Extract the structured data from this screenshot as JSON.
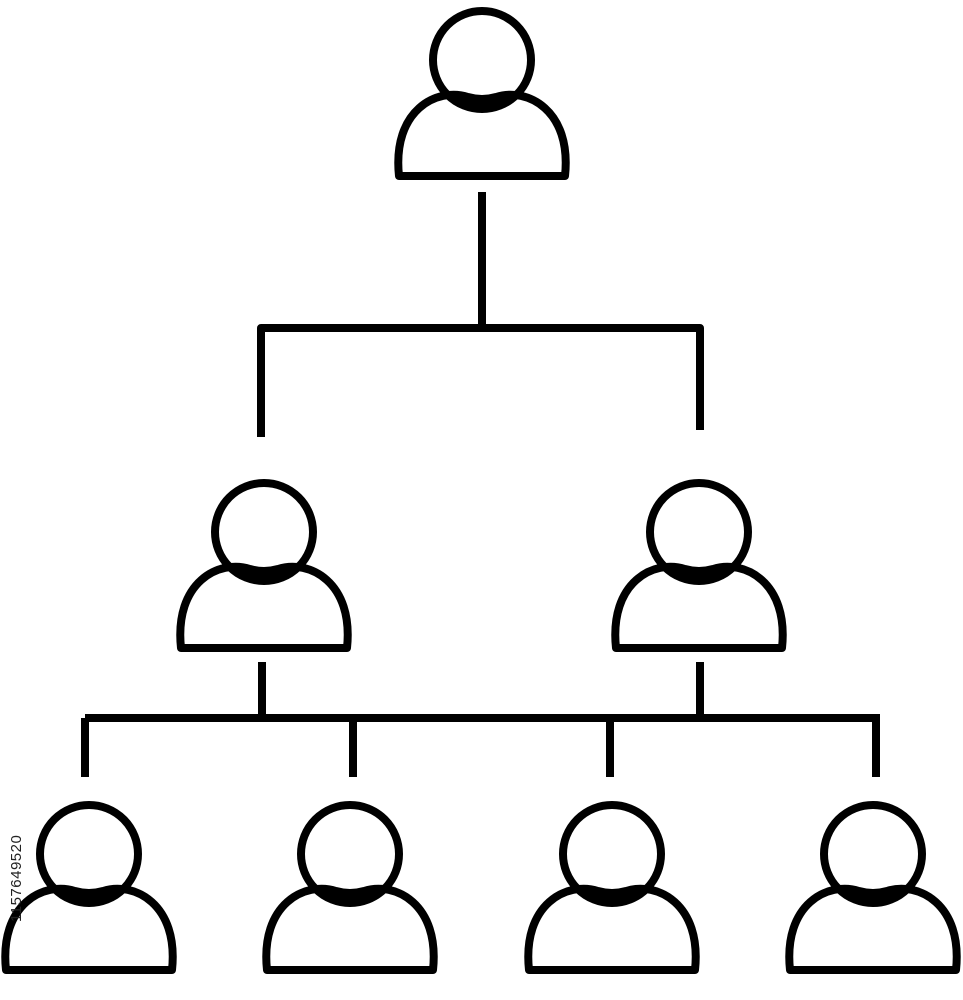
{
  "diagram": {
    "type": "organizational hierarchy",
    "icon": "person-icon",
    "line_color": "#000000",
    "background_color": "#ffffff",
    "levels": [
      {
        "level": 1,
        "people": 1
      },
      {
        "level": 2,
        "people": 2
      },
      {
        "level": 3,
        "people": 4
      }
    ]
  },
  "watermark": {
    "stock_id": "1157649520"
  }
}
